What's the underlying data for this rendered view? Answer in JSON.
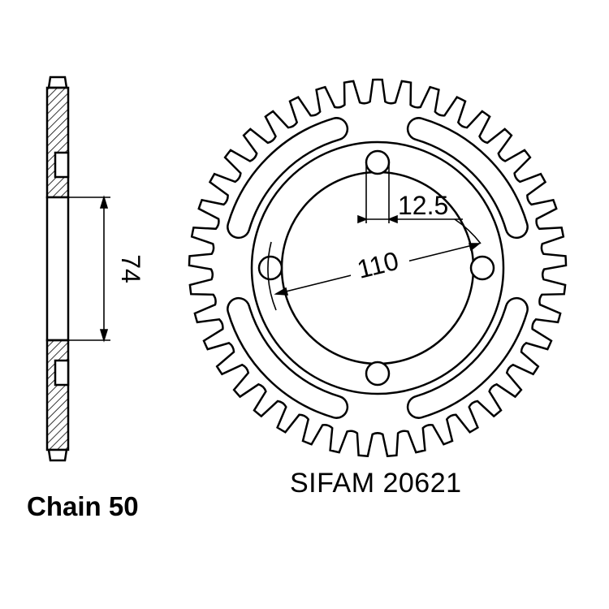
{
  "caption": {
    "model": "SIFAM 20621",
    "chain": "Chain 50"
  },
  "dimensions": {
    "bolt_hole_diameter": "12.5",
    "bolt_circle": "110",
    "center_bore": "74"
  },
  "sprocket": {
    "teeth": 41,
    "bolt_holes": 4,
    "lightening_slots": 4
  },
  "colors": {
    "line": "#000000",
    "background": "#ffffff"
  }
}
